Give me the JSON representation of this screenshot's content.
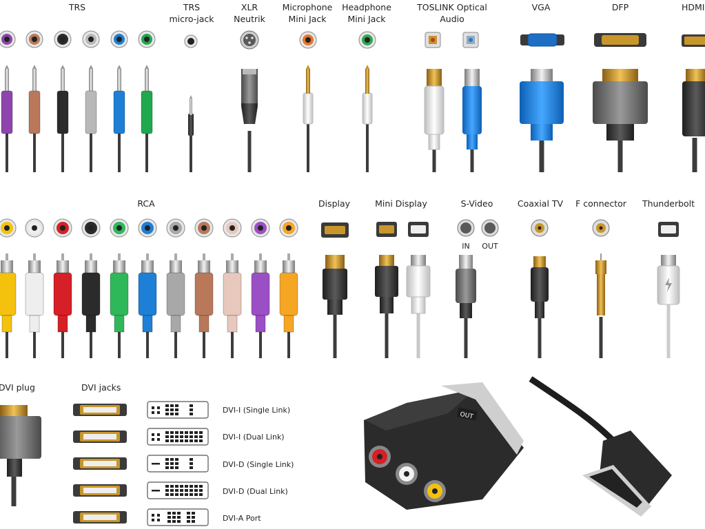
{
  "labels": {
    "trs": "TRS",
    "trs_micro_1": "TRS",
    "trs_micro_2": "micro-jack",
    "xlr_1": "XLR",
    "xlr_2": "Neutrik",
    "mic_1": "Microphone",
    "mic_2": "Mini Jack",
    "headphone_1": "Headphone",
    "headphone_2": "Mini Jack",
    "toslink_1": "TOSLINK Optical",
    "toslink_2": "Audio",
    "vga": "VGA",
    "dfp": "DFP",
    "hdmi": "HDMI",
    "rca": "RCA",
    "display": "Display",
    "mini_display": "Mini Display",
    "svideo": "S-Video",
    "svideo_in": "IN",
    "svideo_out": "OUT",
    "coaxial": "Coaxial TV",
    "fconnector": "F connector",
    "thunderbolt": "Thunderbolt",
    "dvi_plug": "DVI plug",
    "dvi_jacks": "DVI jacks",
    "scart_out": "OUT"
  },
  "dvi_types": [
    "DVI-I (Single Link)",
    "DVI-I (Dual Link)",
    "DVI-D (Single Link)",
    "DVI-D (Dual Link)",
    "DVI-A Port"
  ],
  "colors": {
    "trs": [
      "#8e44ad",
      "#b9785a",
      "#2b2b2b",
      "#b8b8b8",
      "#1e7fd6",
      "#1fa84e"
    ],
    "rca": [
      "#f4c20d",
      "#eeeeee",
      "#d61f26",
      "#2b2b2b",
      "#2fb85a",
      "#1e7fd6",
      "#a8a8a8",
      "#b9785a",
      "#e8c8bc",
      "#9b4fc4",
      "#f5a623"
    ],
    "gold": "#c8962a",
    "cable": "#3c3c3c",
    "blue_vga": "#1e88e5"
  }
}
